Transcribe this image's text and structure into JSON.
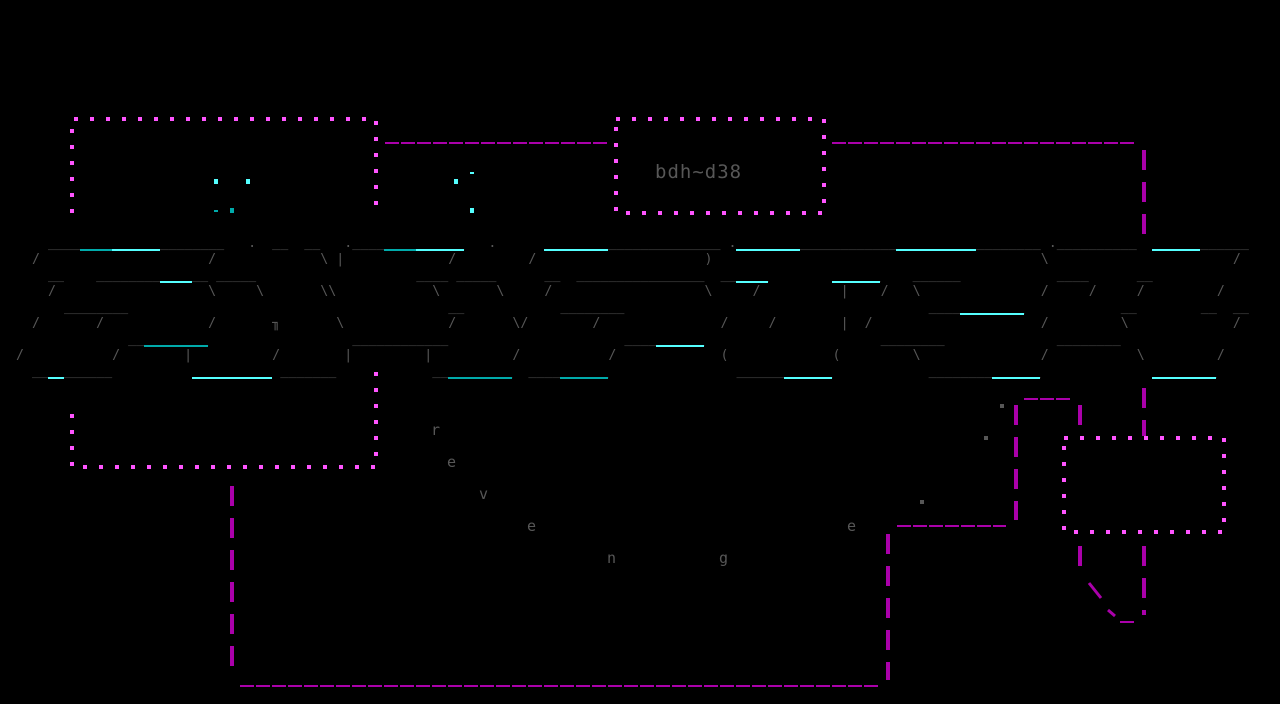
{
  "colors": {
    "background": "#000000",
    "art_gray": "#575757",
    "cyan_bright": "#55ffff",
    "cyan_dark": "#00aaaa",
    "magenta_bright": "#ff55ff",
    "magenta_dark": "#aa00aa"
  },
  "title_box": {
    "text": "bdh~d38"
  },
  "art_rows": [
    "      ______________________   .  __  __   .______________   .      ______________________ .______________________________________ .__________  ____________",
    "    /                     /             \\ |             /         /                     )                                         \\                       /",
    "      __    ______________ _____                    ____ _____      __  ________________  ______        ______    ______            ____      __",
    "      /                   \\     \\       \\\\            \\       \\     /                   \\     /          |    /   \\               /     /     /         /",
    "        ________                                        __            ________                                      ____________            __        __  __",
    "    /       /             /       ╖       \\             /       \\/        /               /     /        |  /                     /         \\             /",
    "                __________                  ____________                      __________                      ________              ________",
    "  /           /        |          /        |         |          /           /             (             (         \\               /           \\         /",
    "    __________          __________ _______            __________  __________                ____________            ______________              ________"
  ],
  "scattered_letters": [
    "r",
    "e",
    "v",
    "e",
    "n",
    "g",
    "e"
  ]
}
